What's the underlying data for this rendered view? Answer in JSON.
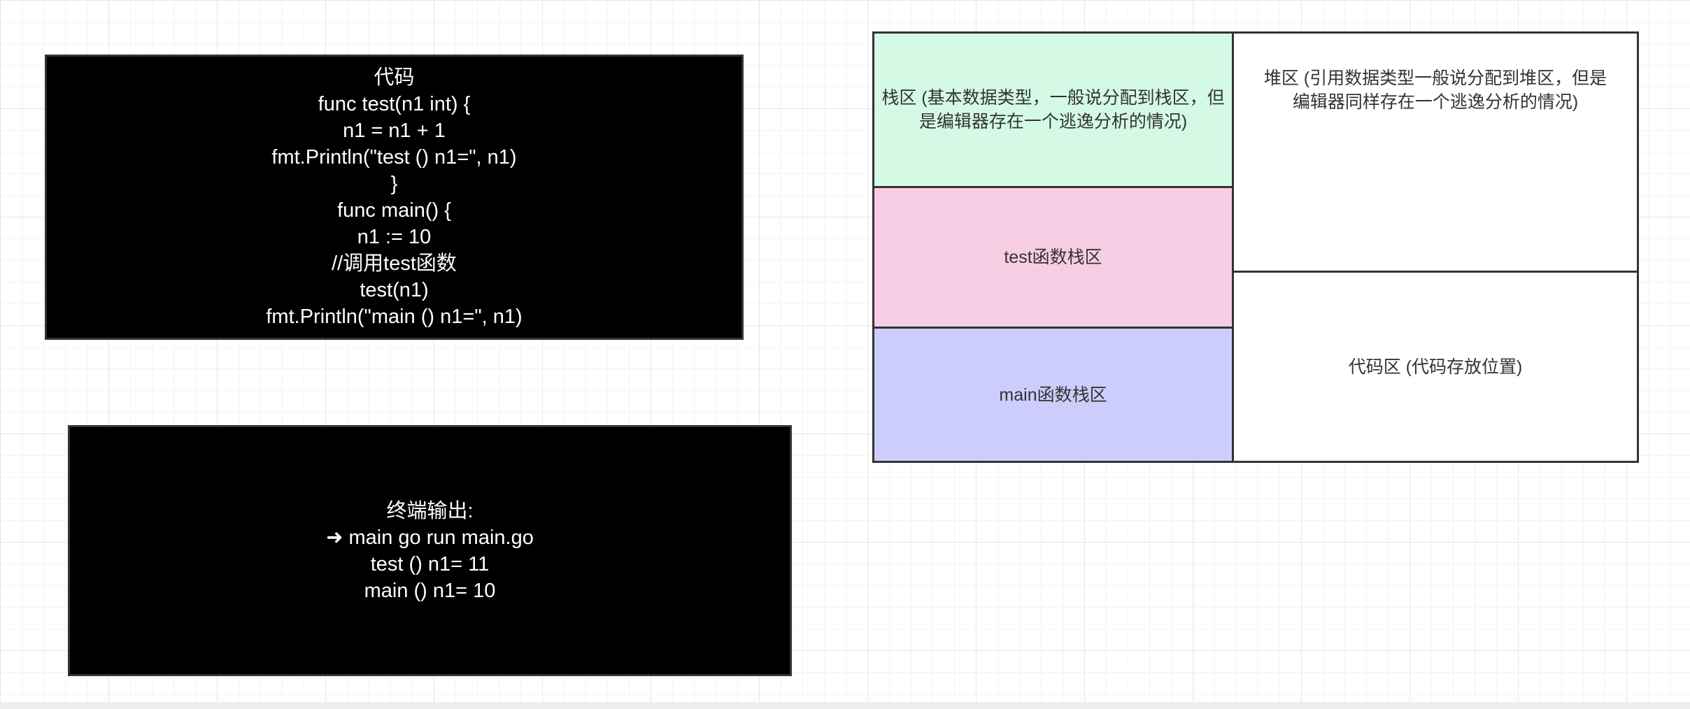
{
  "code_box": {
    "lines": [
      "代码",
      "func test(n1 int) {",
      "n1 = n1 + 1",
      "fmt.Println(\"test () n1=\", n1)",
      "}",
      "func main() {",
      "n1 := 10",
      "//调用test函数",
      "test(n1)",
      "fmt.Println(\"main () n1=\", n1)"
    ]
  },
  "terminal_box": {
    "lines": [
      "终端输出:",
      "➜  main go run main.go",
      "test () n1= 11",
      "main () n1= 10"
    ]
  },
  "memory": {
    "stack": "栈区 (基本数据类型，一般说分配到栈区，但是编辑器存在一个逃逸分析的情况)",
    "test_stack": "test函数栈区",
    "main_stack": "main函数栈区",
    "heap": "堆区 (引用数据类型一般说分配到堆区，但是编辑器同样存在一个逃逸分析的情况)",
    "code_area": "代码区 (代码存放位置)"
  }
}
